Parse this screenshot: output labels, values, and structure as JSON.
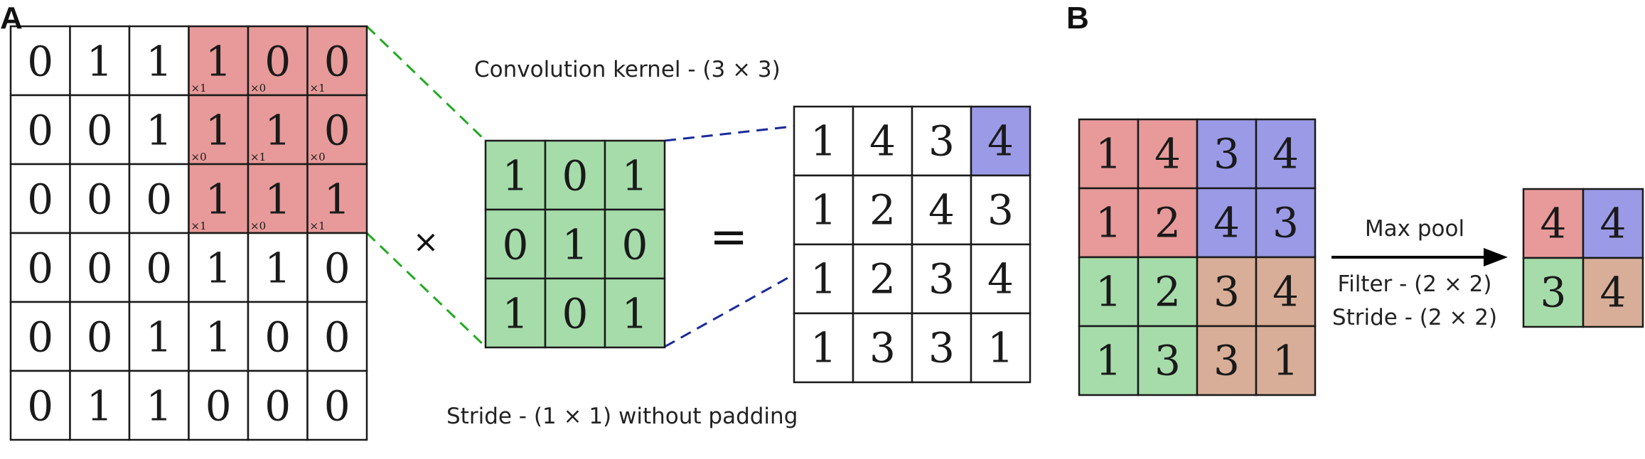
{
  "panels": {
    "a": {
      "label": "A"
    },
    "b": {
      "label": "B"
    }
  },
  "captions": {
    "kernel": "Convolution kernel - (3 × 3)",
    "stride": "Stride - (1 × 1) without padding",
    "max_pool": "Max pool",
    "filter": "Filter - (2 × 2)",
    "pool_stride": "Stride - (2 × 2)"
  },
  "operators": {
    "multiply": "×",
    "equals": "="
  },
  "input_matrix": [
    [
      "0",
      "1",
      "1",
      "1",
      "0",
      "0"
    ],
    [
      "0",
      "0",
      "1",
      "1",
      "1",
      "0"
    ],
    [
      "0",
      "0",
      "0",
      "1",
      "1",
      "1"
    ],
    [
      "0",
      "0",
      "0",
      "1",
      "1",
      "0"
    ],
    [
      "0",
      "0",
      "1",
      "1",
      "0",
      "0"
    ],
    [
      "0",
      "1",
      "1",
      "0",
      "0",
      "0"
    ]
  ],
  "input_weights": [
    [
      "",
      "",
      "",
      "×1",
      "×0",
      "×1"
    ],
    [
      "",
      "",
      "",
      "×0",
      "×1",
      "×0"
    ],
    [
      "",
      "",
      "",
      "×1",
      "×0",
      "×1"
    ],
    [
      "",
      "",
      "",
      "",
      "",
      ""
    ],
    [
      "",
      "",
      "",
      "",
      "",
      ""
    ],
    [
      "",
      "",
      "",
      "",
      "",
      ""
    ]
  ],
  "kernel_matrix": [
    [
      "1",
      "0",
      "1"
    ],
    [
      "0",
      "1",
      "0"
    ],
    [
      "1",
      "0",
      "1"
    ]
  ],
  "output_matrix": [
    [
      "1",
      "4",
      "3",
      "4"
    ],
    [
      "1",
      "2",
      "4",
      "3"
    ],
    [
      "1",
      "2",
      "3",
      "4"
    ],
    [
      "1",
      "3",
      "3",
      "1"
    ]
  ],
  "pool_input_matrix": [
    [
      "1",
      "4",
      "3",
      "4"
    ],
    [
      "1",
      "2",
      "4",
      "3"
    ],
    [
      "1",
      "2",
      "3",
      "4"
    ],
    [
      "1",
      "3",
      "3",
      "1"
    ]
  ],
  "pool_output_matrix": [
    [
      "4",
      "4"
    ],
    [
      "3",
      "4"
    ]
  ],
  "colors": {
    "receptive_field": "#e79a99",
    "kernel_fill": "#a6dcaa",
    "output_highlight": "#9a9ae6",
    "pool_red": "#e79a99",
    "pool_blue": "#9a9ae6",
    "pool_green": "#a6dcaa",
    "pool_tan": "#d8ae98",
    "green_dash": "#22aa22",
    "blue_dash": "#1a2a99"
  }
}
